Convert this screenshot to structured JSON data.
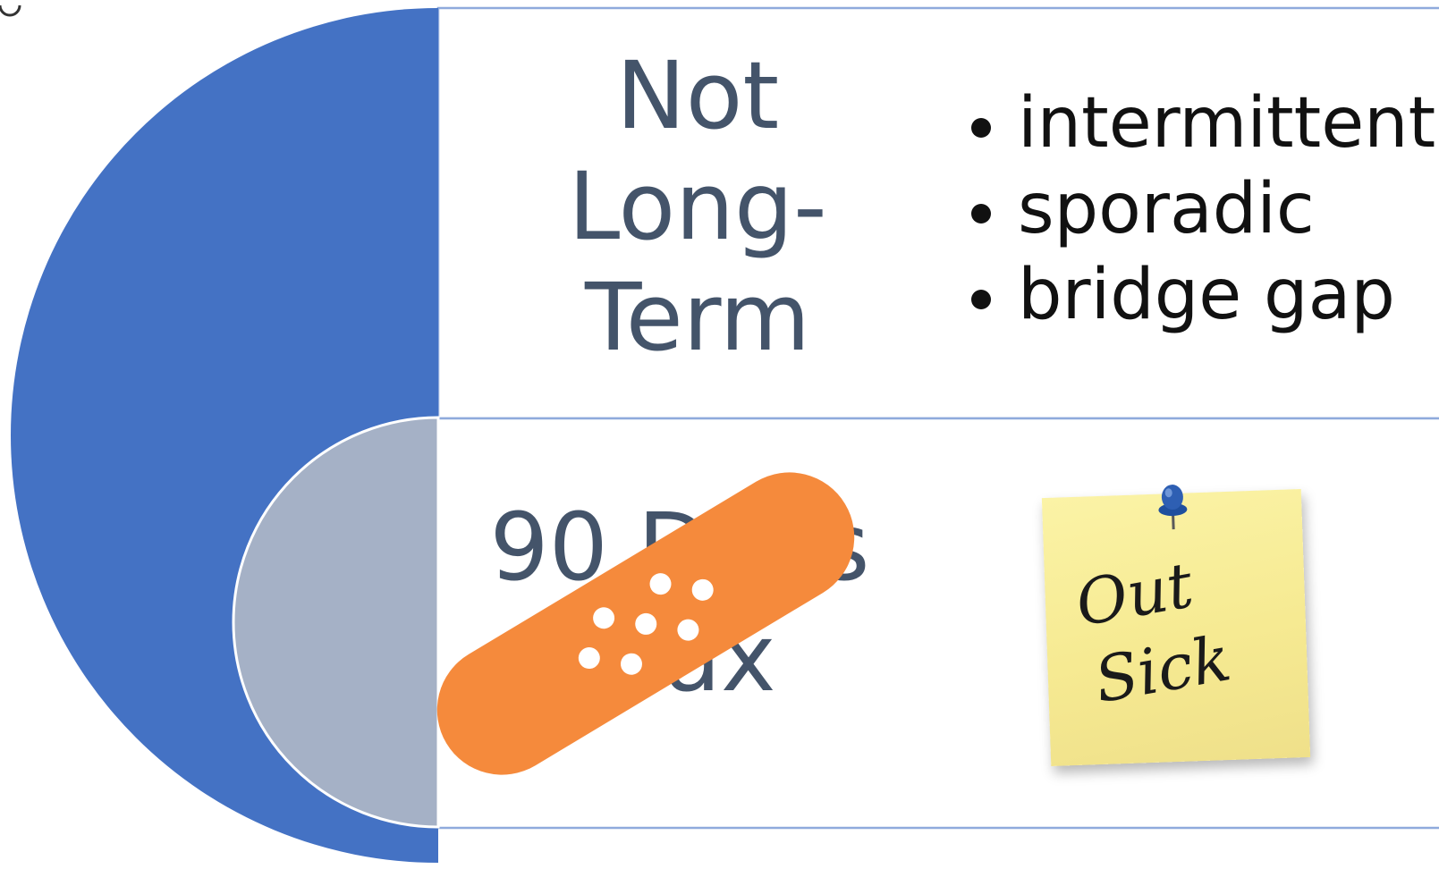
{
  "rows": {
    "top": {
      "title_lines": [
        "Not",
        "Long-",
        "Term"
      ],
      "bullets": [
        "intermittent",
        "sporadic",
        "bridge gap"
      ]
    },
    "bottom": {
      "title_lines": [
        "90 Days",
        "Max"
      ]
    }
  },
  "note": {
    "lines": [
      "Out",
      "Sick"
    ]
  },
  "colors": {
    "outer_semicircle": "#4472c4",
    "inner_semicircle": "#a5b1c6",
    "row_border": "#8faadc",
    "title_text": "#44546a",
    "bandage": "#f58a3c",
    "note_paper": "#f6ea92",
    "pin": "#2e5fb3"
  },
  "icons": [
    "bandage-icon",
    "sticky-note-icon",
    "push-pin-icon"
  ]
}
